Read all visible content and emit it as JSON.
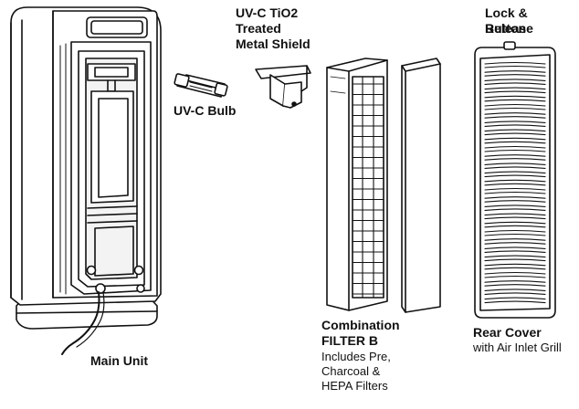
{
  "labels": {
    "main_unit": "Main Unit",
    "uv_bulb": "UV-C Bulb",
    "shield_line1": "UV-C TiO2",
    "shield_line2": "Treated",
    "shield_line3": "Metal Shield",
    "lock_line1": "Lock & Release",
    "lock_line2": "Button",
    "filter_line1": "Combination",
    "filter_line2": "FILTER B",
    "filter_desc1": "Includes Pre,",
    "filter_desc2": "Charcoal &",
    "filter_desc3": "HEPA Filters",
    "rear_cover": "Rear Cover",
    "rear_cover_desc": "with Air Inlet Grill"
  },
  "colors": {
    "stroke": "#111111",
    "fill": "#ffffff",
    "shade": "#e9e9e9"
  }
}
